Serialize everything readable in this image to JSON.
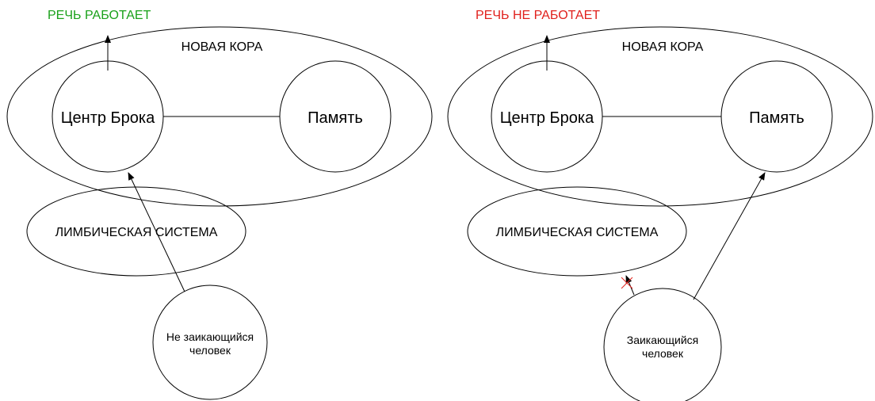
{
  "colors": {
    "working": "#1aa11a",
    "not_working": "#e0201c",
    "stroke": "#000000",
    "blocked_mark": "#e0201c"
  },
  "left_panel": {
    "status": "РЕЧЬ РАБОТАЕТ",
    "neocortex": "НОВАЯ КОРА",
    "broca": "Центр Брока",
    "memory": "Память",
    "limbic": "ЛИМБИЧЕСКАЯ СИСТЕМА",
    "person_line1": "Не заикающийся",
    "person_line2": "человек"
  },
  "right_panel": {
    "status": "РЕЧЬ НЕ РАБОТАЕТ",
    "neocortex": "НОВАЯ КОРА",
    "broca": "Центр Брока",
    "memory": "Память",
    "limbic": "ЛИМБИЧЕСКАЯ СИСТЕМА",
    "person_line1": "Заикающийся",
    "person_line2": "человек"
  }
}
